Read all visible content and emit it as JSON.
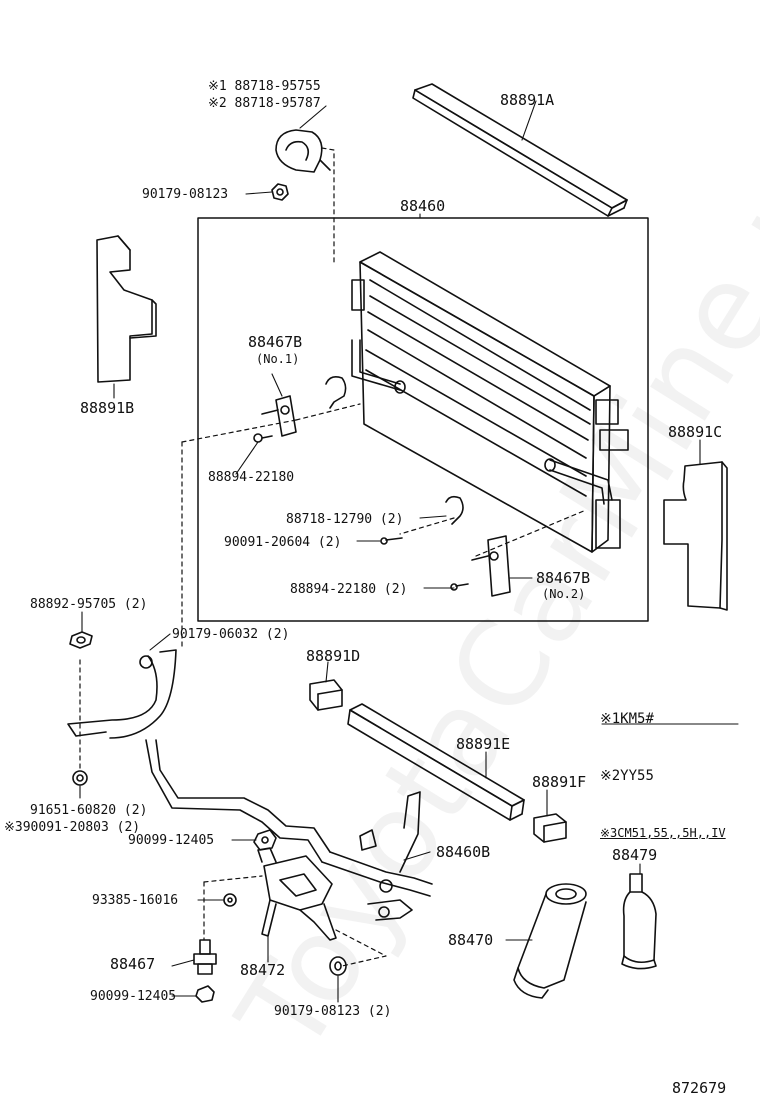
{
  "watermark": "ToyotaCarMine.ru",
  "diagram_code": "872679",
  "notes": [
    "※1KM5#",
    "※2YY55",
    "※3CM51,55,,5H,,IV"
  ],
  "labels": {
    "bracket_alt1": "※1 88718-95755",
    "bracket_alt2": "※2 88718-95787",
    "nut_90179_08123_top": "90179-08123",
    "seal_88891A": "88891A",
    "condenser_88460": "88460",
    "seal_88891B": "88891B",
    "bracket_88467B_no1": "88467B",
    "no1": "(No.1)",
    "bolt_88894_22180": "88894-22180",
    "seal_88891C": "88891C",
    "clamp_88718_12790": "88718-12790 (2)",
    "bolt_90091_20604": "90091-20604 (2)",
    "bolt_88894_22180_2": "88894-22180 (2)",
    "bracket_88467B_no2": "88467B",
    "no2": "(No.2)",
    "washer_88892_95705": "88892-95705 (2)",
    "nut_90179_06032": "90179-06032 (2)",
    "seal_88891D": "88891D",
    "seal_88891E": "88891E",
    "seal_88891F": "88891F",
    "grommet_91651": "91651-60820 (2)",
    "bolt_390091": "※390091-20803 (2)",
    "nut_90099_12405": "90099-12405",
    "pipe_88460B": "88460B",
    "drier_88479": "88479",
    "clamp_93385": "93385-16016",
    "receiver_88470": "88470",
    "switch_88467": "88467",
    "bracket_88472": "88472",
    "nut_90099_12405_b": "90099-12405",
    "nut_90179_08123_bottom": "90179-08123 (2)"
  }
}
